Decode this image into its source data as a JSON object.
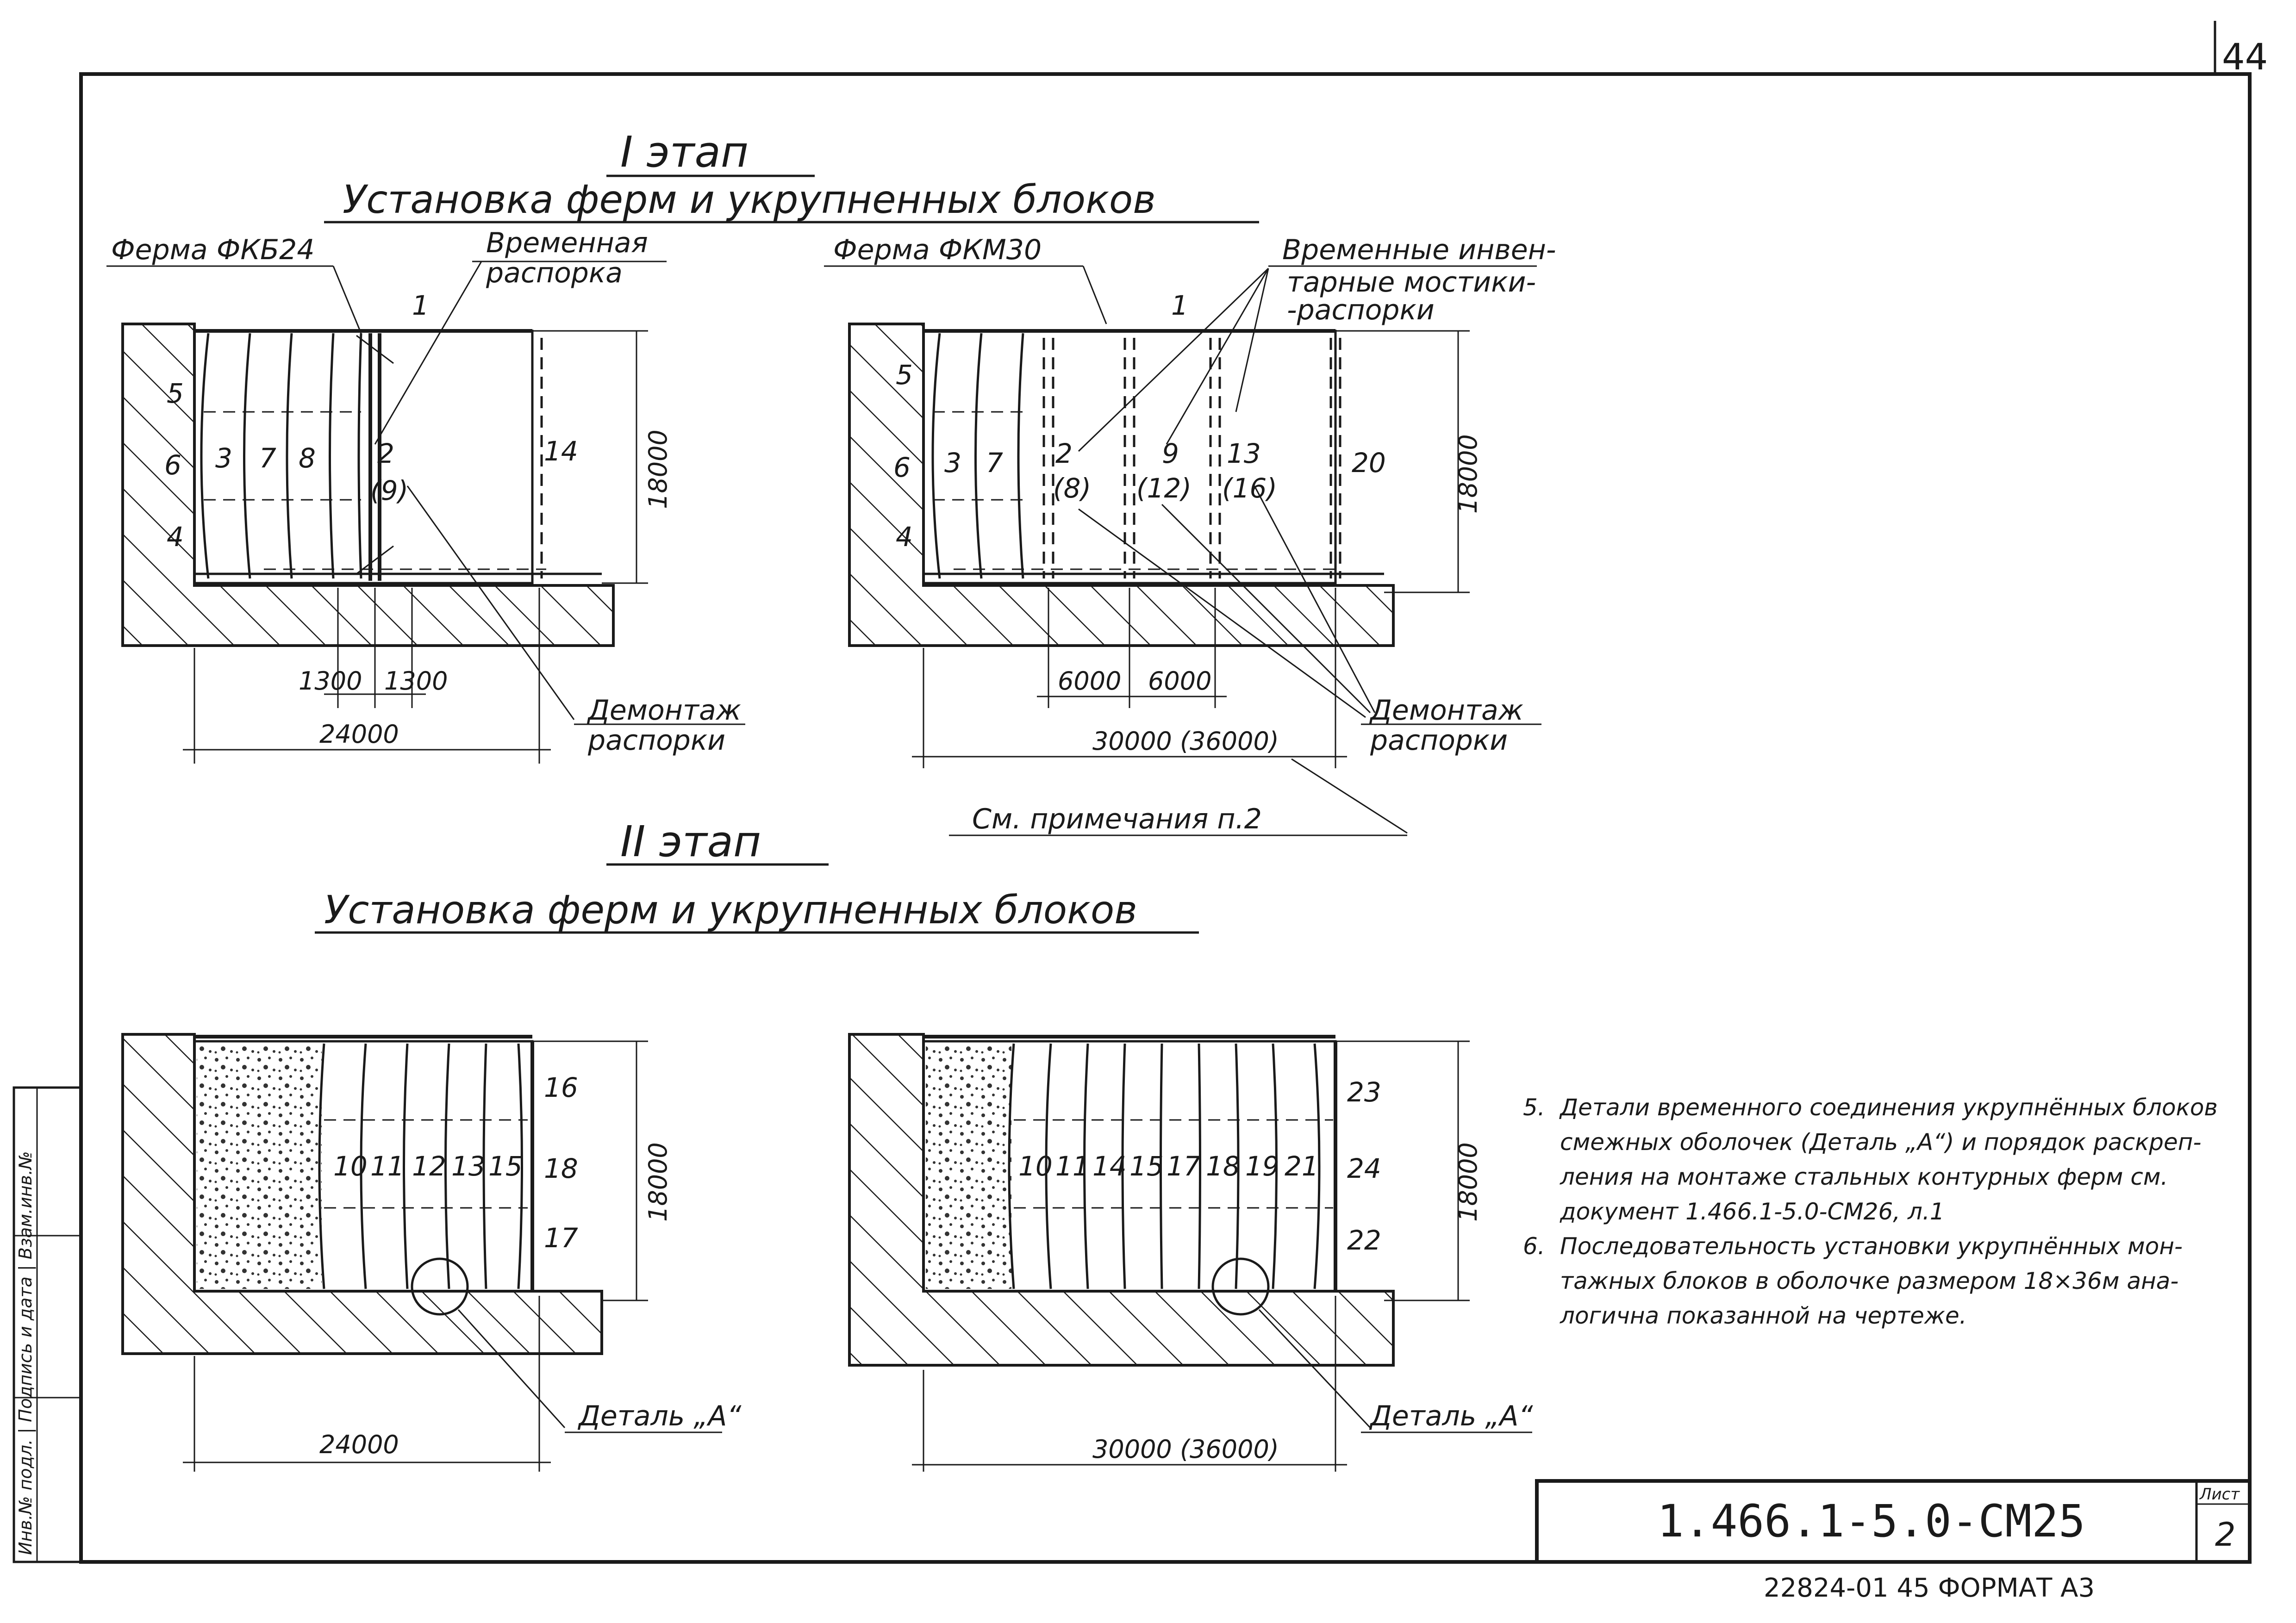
{
  "sheet": {
    "page_number": "44",
    "document_code": "1.466.1-5.0-СМ25",
    "list_label": "Лист",
    "list_number": "2",
    "footer": "22824-01 45 ФОРМАТ А3",
    "side_stamp": "Инв.№ подл. | Подпись и дата | Взам.инв.№"
  },
  "stage1": {
    "heading": "I этап",
    "subheading": "Установка ферм и укрупненных блоков",
    "left": {
      "truss_label": "Ферма ФКБ24",
      "brace_label_1": "Временная",
      "brace_label_2": "распорка",
      "callout": "1",
      "numbers": [
        "5",
        "6",
        "4",
        "3",
        "7",
        "8",
        "2",
        "(9)",
        "14"
      ],
      "dim_height": "18000",
      "dim_a": "1300",
      "dim_b": "1300",
      "dim_total": "24000",
      "dismantle_1": "Демонтаж",
      "dismantle_2": "распорки"
    },
    "right": {
      "truss_label": "Ферма ФКМ30",
      "bridges_1": "Временные инвен-",
      "bridges_2": "тарные мостики-",
      "bridges_3": "-распорки",
      "callout": "1",
      "numbers": [
        "5",
        "6",
        "4",
        "3",
        "7",
        "2",
        "(8)",
        "9",
        "(12)",
        "13",
        "(16)",
        "20"
      ],
      "dim_height": "18000",
      "dim_a": "6000",
      "dim_b": "6000",
      "dim_total": "30000 (36000)",
      "dismantle_1": "Демонтаж",
      "dismantle_2": "распорки",
      "see_note": "См. примечания п.2"
    }
  },
  "stage2": {
    "heading": "II этап",
    "subheading": "Установка ферм и укрупненных блоков",
    "left": {
      "numbers": [
        "10",
        "11",
        "12",
        "13",
        "15",
        "16",
        "18",
        "17"
      ],
      "dim_height": "18000",
      "dim_total": "24000",
      "detail": "Деталь „А“"
    },
    "right": {
      "numbers": [
        "10",
        "11",
        "14",
        "15",
        "17",
        "18",
        "19",
        "21",
        "23",
        "24",
        "22"
      ],
      "dim_height": "18000",
      "dim_total": "30000 (36000)",
      "detail": "Деталь „А“"
    }
  },
  "notes": [
    {
      "n": "5.",
      "lines": [
        "Детали временного соединения укрупнённых блоков",
        "смежных оболочек (Деталь „А“) и порядок раскреп-",
        "ления на монтаже стальных контурных ферм см.",
        "документ 1.466.1-5.0-СМ26, л.1"
      ]
    },
    {
      "n": "6.",
      "lines": [
        "Последовательность установки укрупнённых мон-",
        "тажных блоков в оболочке размером 18×36м ана-",
        "логична показанной на чертеже."
      ]
    }
  ]
}
